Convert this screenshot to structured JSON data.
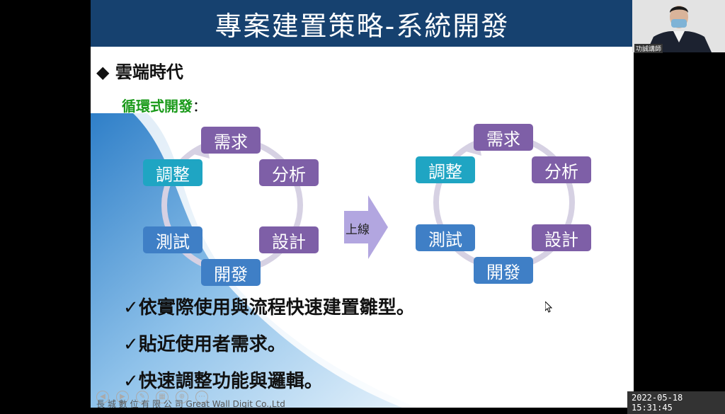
{
  "slide": {
    "title": "專案建置策略-系統開發",
    "bullet_symbol": "◆",
    "bullet": "雲端時代",
    "subheading": "循環式開發",
    "subheading_suffix": "：",
    "arrow_label": "上線",
    "cycle_left": {
      "top": "需求",
      "right_top": "分析",
      "right_bottom": "設計",
      "bottom": "開發",
      "left_bottom": "測試",
      "left_top": "調整"
    },
    "cycle_right": {
      "top": "需求",
      "right_top": "分析",
      "right_bottom": "設計",
      "bottom": "開發",
      "left_bottom": "測試",
      "left_top": "調整"
    },
    "checks": [
      "✓依實際使用與流程快速建置雛型。",
      "✓貼近使用者需求。",
      "✓快速調整功能與邏輯。"
    ],
    "footer": "長 城 數 位 有 限 公 司 Great  Wall Digit Co.,Ltd"
  },
  "webcam": {
    "label": "功誠講師"
  },
  "timestamp": "2022-05-18  15:31:45",
  "colors": {
    "title_bg": "#16416f",
    "purple": "#7e5fa7",
    "teal": "#1fa5c3",
    "blue": "#3f7fc6",
    "green": "#1a9a1a"
  },
  "icons": [
    "prev-icon",
    "next-icon",
    "pen-icon",
    "slides-icon",
    "zoom-icon",
    "more-icon"
  ]
}
